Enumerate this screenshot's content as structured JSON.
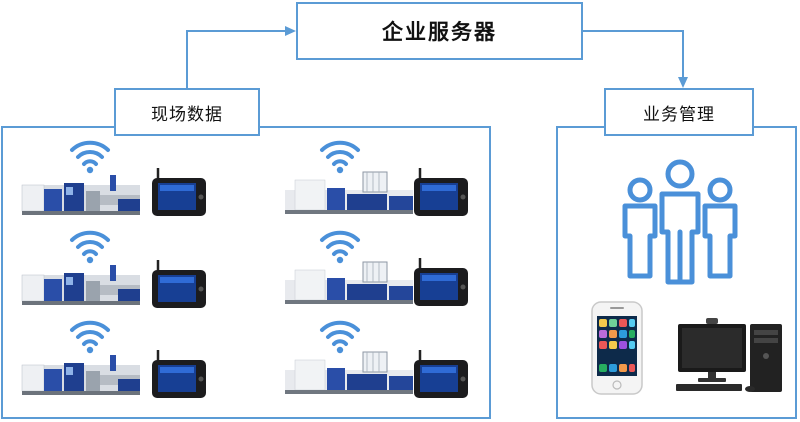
{
  "diagram": {
    "server_label": "企业服务器",
    "site_label": "现场数据",
    "business_label": "业务管理"
  },
  "colors": {
    "accent": "#5b9bd5",
    "icon_blue": "#4a90d9",
    "machine_blue": "#1f3f8f"
  },
  "icons": [
    "wifi-icon",
    "injection-molding-machine",
    "hmi-tablet",
    "users-icon",
    "smartphone",
    "desktop-computer"
  ]
}
